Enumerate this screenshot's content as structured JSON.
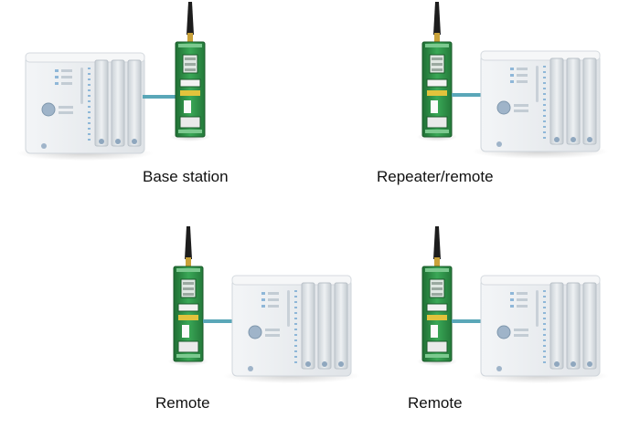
{
  "nodes": [
    {
      "label": "Base station"
    },
    {
      "label": "Repeater/remote"
    },
    {
      "label": "Remote"
    },
    {
      "label": "Remote"
    }
  ],
  "colors": {
    "radio_green": "#2f9a4a",
    "radio_green_dark": "#1f6e33",
    "antenna": "#1d1d1d",
    "link": "#5aa7b8",
    "plc_body": "#e9ecef",
    "plc_shade": "#d4d9de",
    "plc_led": "#8fb7d8",
    "plc_knob": "#9fb4c9"
  },
  "icons": [
    "radio-module-icon",
    "antenna-icon",
    "plc-controller-icon",
    "ethernet-cable-icon"
  ]
}
